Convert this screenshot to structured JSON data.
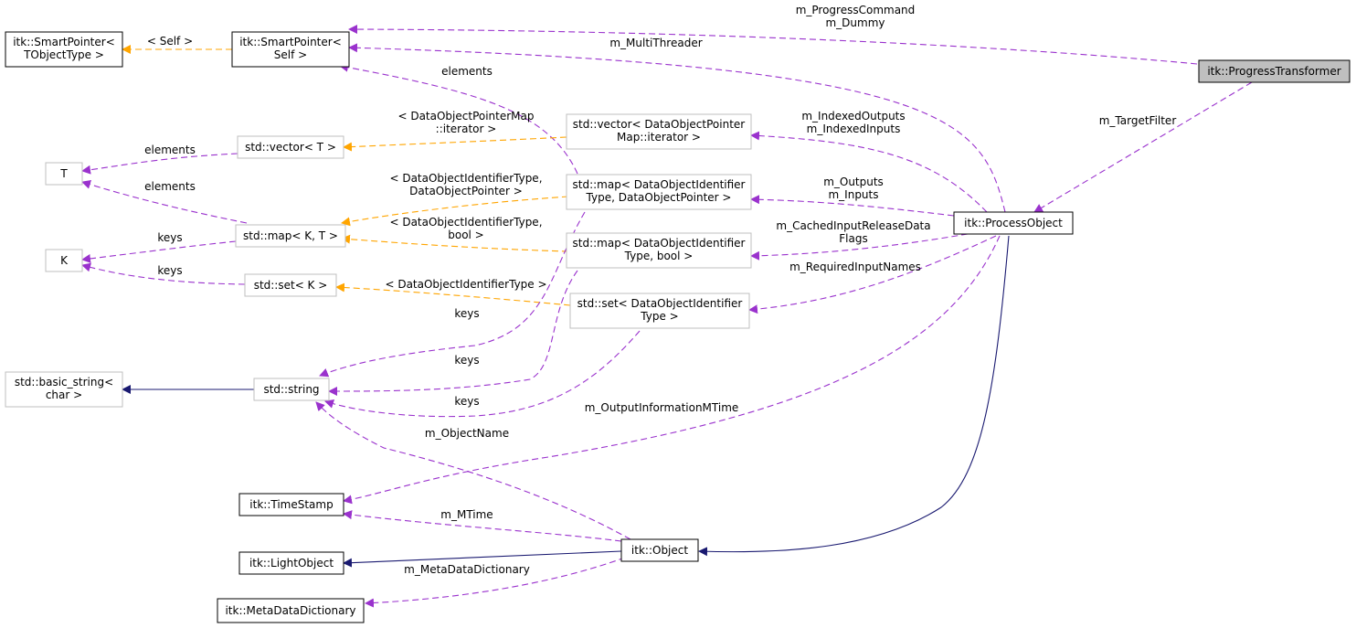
{
  "colors": {
    "member_edge": "#9a32cd",
    "template_edge": "#ffa500",
    "inherit_edge": "#191970",
    "current_node_fill": "#bfbfbf"
  },
  "nodes": {
    "progress_transformer": [
      "itk::ProgressTransformer"
    ],
    "smartpointer_tobject": [
      "itk::SmartPointer<",
      "TObjectType >"
    ],
    "smartpointer_self": [
      "itk::SmartPointer<",
      "Self >"
    ],
    "vector_t": [
      "std::vector< T >"
    ],
    "t": [
      "T"
    ],
    "map_kt": [
      "std::map< K, T >"
    ],
    "k": [
      "K"
    ],
    "set_k": [
      "std::set< K >"
    ],
    "basic_string": [
      "std::basic_string<",
      "char >"
    ],
    "string": [
      "std::string"
    ],
    "vector_dopm": [
      "std::vector< DataObjectPointer",
      "Map::iterator >"
    ],
    "map_doi_dop": [
      "std::map< DataObjectIdentifier",
      "Type, DataObjectPointer >"
    ],
    "map_doi_bool": [
      "std::map< DataObjectIdentifier",
      "Type, bool >"
    ],
    "set_doi": [
      "std::set< DataObjectIdentifier",
      "Type >"
    ],
    "process_object": [
      "itk::ProcessObject"
    ],
    "timestamp": [
      "itk::TimeStamp"
    ],
    "light_object": [
      "itk::LightObject"
    ],
    "object": [
      "itk::Object"
    ],
    "metadata_dictionary": [
      "itk::MetaDataDictionary"
    ]
  },
  "edge_labels": {
    "progress_command": [
      "m_ProgressCommand",
      "m_Dummy"
    ],
    "multithreader": [
      "m_MultiThreader"
    ],
    "self_template": [
      "< Self >"
    ],
    "target_filter": [
      "m_TargetFilter"
    ],
    "elements_top": [
      "elements"
    ],
    "dopm_iterator": [
      "< DataObjectPointerMap",
      "::iterator >"
    ],
    "elements_vector": [
      "elements"
    ],
    "indexed": [
      "m_IndexedOutputs",
      "m_IndexedInputs"
    ],
    "elements_map": [
      "elements"
    ],
    "doi_dop": [
      "< DataObjectIdentifierType,",
      "DataObjectPointer >"
    ],
    "outputs_inputs": [
      "m_Outputs",
      "m_Inputs"
    ],
    "keys_map": [
      "keys"
    ],
    "doi_bool": [
      "< DataObjectIdentifierType,",
      "bool >"
    ],
    "cached_release": [
      "m_CachedInputReleaseData",
      "Flags"
    ],
    "keys_set": [
      "keys"
    ],
    "doi_type": [
      "< DataObjectIdentifierType >"
    ],
    "required_names": [
      "m_RequiredInputNames"
    ],
    "keys_a": [
      "keys"
    ],
    "keys_b": [
      "keys"
    ],
    "keys_c": [
      "keys"
    ],
    "output_info_mtime": [
      "m_OutputInformationMTime"
    ],
    "object_name": [
      "m_ObjectName"
    ],
    "mtime": [
      "m_MTime"
    ],
    "metadata_dict": [
      "m_MetaDataDictionary"
    ]
  }
}
